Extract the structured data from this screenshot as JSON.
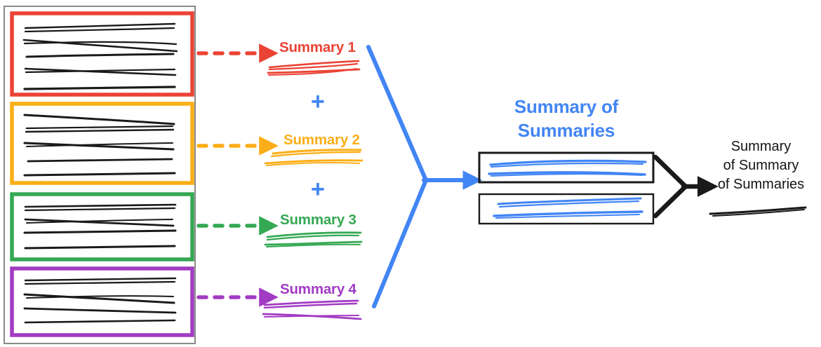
{
  "diagram": {
    "type": "hierarchical-summarization-flow",
    "background": "#ffffff",
    "colors": {
      "red": "#EA4335",
      "orange": "#FBAE17",
      "green": "#34A853",
      "purple": "#A23BC4",
      "blue": "#4285F4",
      "black": "#1A1A1A",
      "outer_box_border": "#8A8A8A"
    },
    "source_document": {
      "name": "source-document",
      "chunk_count": 4,
      "chunks": [
        {
          "id": "chunk-1",
          "color": "#EA4335",
          "line_count": 5
        },
        {
          "id": "chunk-2",
          "color": "#FBAE17",
          "line_count": 5
        },
        {
          "id": "chunk-3",
          "color": "#34A853",
          "line_count": 4
        },
        {
          "id": "chunk-4",
          "color": "#A23BC4",
          "line_count": 4
        }
      ]
    },
    "summaries": [
      {
        "label": "Summary 1",
        "color": "#EA4335",
        "squiggle_lines": 2
      },
      {
        "label": "Summary 2",
        "color": "#FBAE17",
        "squiggle_lines": 2
      },
      {
        "label": "Summary 3",
        "color": "#34A853",
        "squiggle_lines": 2
      },
      {
        "label": "Summary 4",
        "color": "#A23BC4",
        "squiggle_lines": 2
      }
    ],
    "operators": [
      {
        "symbol": "+",
        "color": "#4285F4"
      },
      {
        "symbol": "+",
        "color": "#4285F4"
      }
    ],
    "summary_of_summaries": {
      "title_line_1": "Summary of",
      "title_line_2": "Summaries",
      "color": "#4285F4",
      "boxes": 2
    },
    "final_output": {
      "title_line_1": "Summary",
      "title_line_2": "of Summary",
      "title_line_3": "of Summaries",
      "color": "#141414",
      "squiggle_lines": 1
    },
    "connectors": {
      "dashed_arrows": 4,
      "blue_merge_arrow": 1,
      "black_merge_arrow": 1
    }
  }
}
